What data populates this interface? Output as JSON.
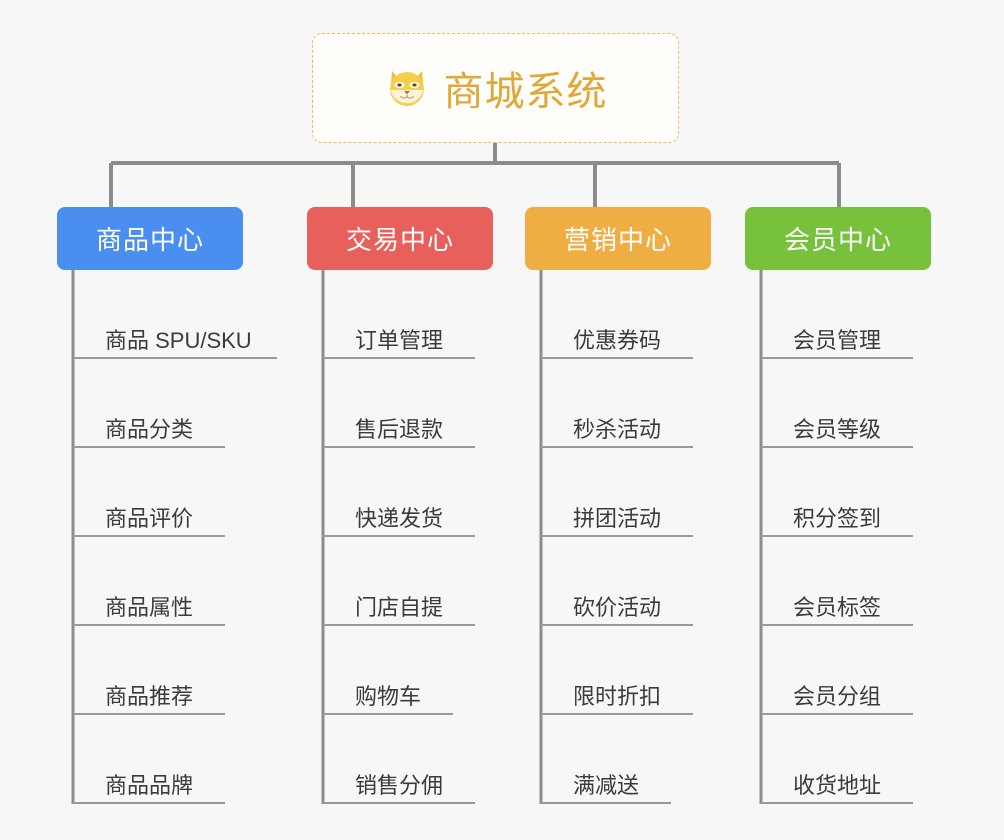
{
  "background_color": "#f7f7f7",
  "root": {
    "icon": "shiba-dog-face-emoji",
    "emoji": "🐕",
    "title": "商城系统",
    "title_color": "#e0a838",
    "border_color": "#eebb55",
    "background": "#fffefb"
  },
  "connector_color": "#8c8c8c",
  "leaf_rule_color": "#9a9a9a",
  "leaf_text_color": "#3b3b3b",
  "columns": [
    {
      "id": "product-center",
      "label": "商品中心",
      "color": "#4a8ef0",
      "leaves": [
        {
          "label": "商品 SPU/SKU",
          "rule_width": 204
        },
        {
          "label": "商品分类",
          "rule_width": 152
        },
        {
          "label": "商品评价",
          "rule_width": 152
        },
        {
          "label": "商品属性",
          "rule_width": 152
        },
        {
          "label": "商品推荐",
          "rule_width": 152
        },
        {
          "label": "商品品牌",
          "rule_width": 152
        }
      ]
    },
    {
      "id": "trade-center",
      "label": "交易中心",
      "color": "#e8605c",
      "leaves": [
        {
          "label": "订单管理",
          "rule_width": 152
        },
        {
          "label": "售后退款",
          "rule_width": 152
        },
        {
          "label": "快递发货",
          "rule_width": 152
        },
        {
          "label": "门店自提",
          "rule_width": 152
        },
        {
          "label": "购物车",
          "rule_width": 130
        },
        {
          "label": "销售分佣",
          "rule_width": 152
        }
      ]
    },
    {
      "id": "marketing-center",
      "label": "营销中心",
      "color": "#eeae44",
      "leaves": [
        {
          "label": "优惠券码",
          "rule_width": 152
        },
        {
          "label": "秒杀活动",
          "rule_width": 152
        },
        {
          "label": "拼团活动",
          "rule_width": 152
        },
        {
          "label": "砍价活动",
          "rule_width": 152
        },
        {
          "label": "限时折扣",
          "rule_width": 152
        },
        {
          "label": "满减送",
          "rule_width": 130
        }
      ]
    },
    {
      "id": "member-center",
      "label": "会员中心",
      "color": "#77c13d",
      "leaves": [
        {
          "label": "会员管理",
          "rule_width": 152
        },
        {
          "label": "会员等级",
          "rule_width": 152
        },
        {
          "label": "积分签到",
          "rule_width": 152
        },
        {
          "label": "会员标签",
          "rule_width": 152
        },
        {
          "label": "会员分组",
          "rule_width": 152
        },
        {
          "label": "收货地址",
          "rule_width": 152
        }
      ]
    }
  ]
}
